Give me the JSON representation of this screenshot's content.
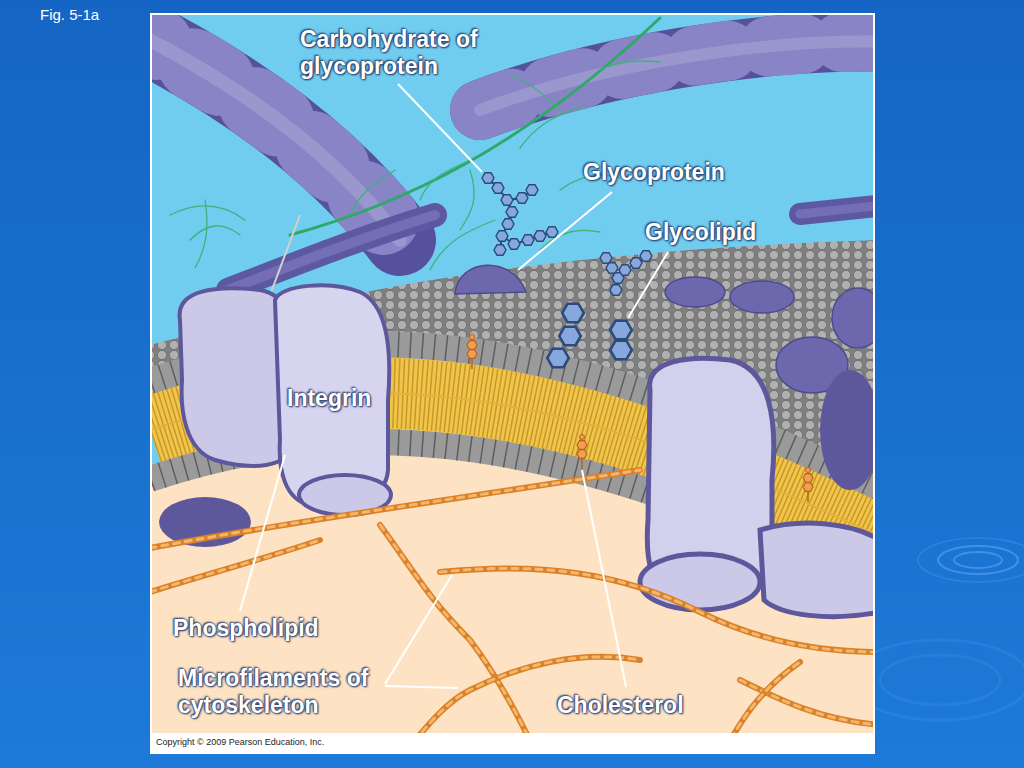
{
  "diagram": {
    "labels": [
      "Fig. 5-1a",
      "Carbohydrate of glycoprotein",
      "Glycoprotein",
      "Glycolipid",
      "Integrin",
      "Phospholipid",
      "Microfilaments of cytoskeleton",
      "Cholesterol",
      "Copyright © 2009 Pearson Education, Inc."
    ]
  }
}
